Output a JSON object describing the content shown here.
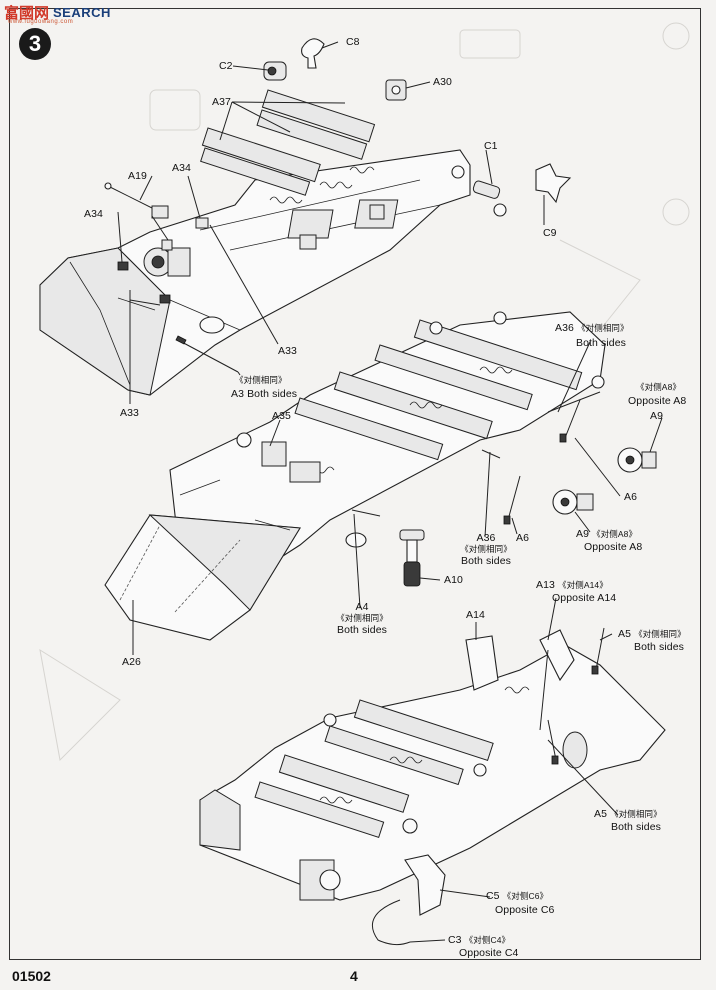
{
  "watermark": {
    "cn": "富國网",
    "sub": "www.fuguowang.com",
    "en": "SEARCH"
  },
  "step": {
    "number": "3"
  },
  "footer": {
    "code": "01502",
    "page": "4"
  },
  "parts": {
    "c8": "C8",
    "c2": "C2",
    "a30": "A30",
    "a37": "A37",
    "c1": "C1",
    "c9": "C9",
    "a19": "A19",
    "a34_top": "A34",
    "a34_left": "A34",
    "a33_right": "A33",
    "a33_left": "A33",
    "a3": {
      "cn": "《对侧相同》",
      "id": "A3",
      "note": "Both sides"
    },
    "a36_right": {
      "id": "A36",
      "cn": "《对侧相同》",
      "note": "Both sides"
    },
    "a8": {
      "cn": "《对侧A8》",
      "note": "Opposite A8"
    },
    "a9_right": "A9",
    "a6_right": "A6",
    "a35": "A35",
    "a6_mid": "A6",
    "a9_mid": {
      "id": "A9",
      "cn": "《对侧A8》",
      "note": "Opposite A8"
    },
    "a36_mid": {
      "id": "A36",
      "cn": "《对侧相同》",
      "note": "Both sides"
    },
    "a10": "A10",
    "a4": {
      "id": "A4",
      "cn": "《对侧相同》",
      "note": "Both sides"
    },
    "a26": "A26",
    "a13": {
      "id": "A13",
      "cn": "《对侧A14》",
      "note": "Opposite A14"
    },
    "a14": "A14",
    "a5_top": {
      "id": "A5",
      "cn": "《对侧相同》",
      "note": "Both sides"
    },
    "a5_bottom": {
      "id": "A5",
      "cn": "《对侧相同》",
      "note": "Both sides"
    },
    "c5": {
      "id": "C5",
      "cn": "《对侧C6》",
      "note": "Opposite C6"
    },
    "c3": {
      "id": "C3",
      "cn": "《对侧C4》",
      "note": "Opposite C4"
    }
  }
}
